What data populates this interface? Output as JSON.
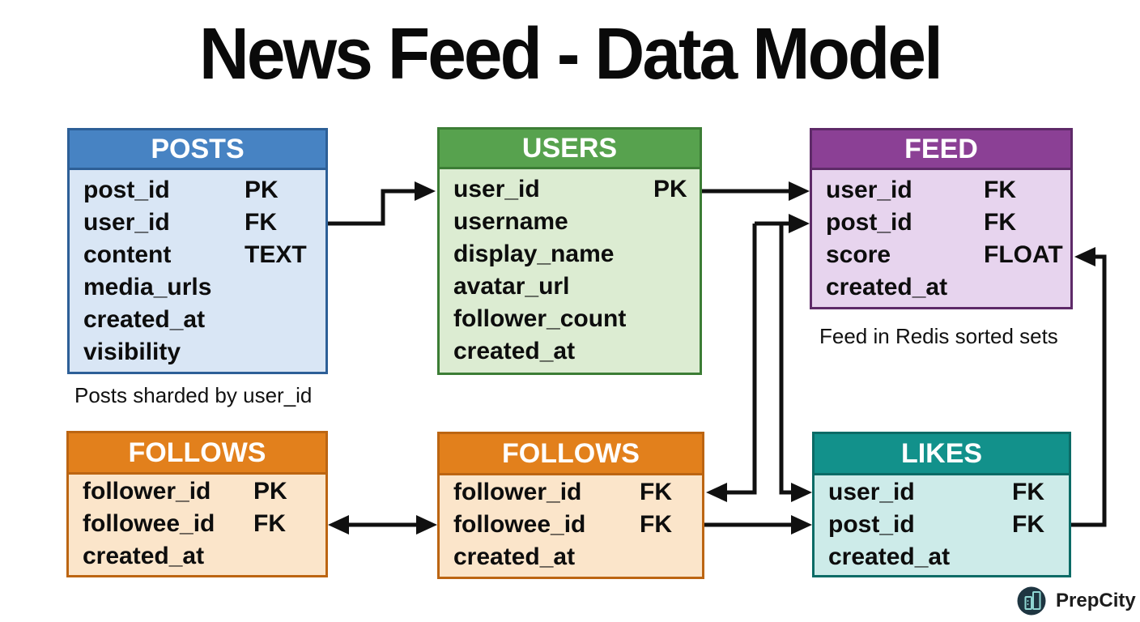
{
  "title": "News Feed - Data Model",
  "tables": [
    {
      "name": "POSTS",
      "note": "Posts sharded by user_id",
      "colors": {
        "header": "#4783c3",
        "body": "#d9e6f5",
        "border": "#2d5f97"
      },
      "columns": [
        {
          "name": "post_id",
          "type": "PK"
        },
        {
          "name": "user_id",
          "type": "FK"
        },
        {
          "name": "content",
          "type": "TEXT"
        },
        {
          "name": "media_urls",
          "type": ""
        },
        {
          "name": "created_at",
          "type": ""
        },
        {
          "name": "visibility",
          "type": ""
        }
      ]
    },
    {
      "name": "USERS",
      "note": "",
      "colors": {
        "header": "#57a24e",
        "body": "#dcecd2",
        "border": "#3c7d35"
      },
      "columns": [
        {
          "name": "user_id",
          "type": "PK"
        },
        {
          "name": "username",
          "type": ""
        },
        {
          "name": "display_name",
          "type": ""
        },
        {
          "name": "avatar_url",
          "type": ""
        },
        {
          "name": "follower_count",
          "type": ""
        },
        {
          "name": "created_at",
          "type": ""
        }
      ]
    },
    {
      "name": "FEED",
      "note": "Feed in Redis sorted sets",
      "colors": {
        "header": "#8b4095",
        "body": "#e7d4ee",
        "border": "#5e2a68"
      },
      "columns": [
        {
          "name": "user_id",
          "type": "FK"
        },
        {
          "name": "post_id",
          "type": "FK"
        },
        {
          "name": "score",
          "type": "FLOAT"
        },
        {
          "name": "created_at",
          "type": ""
        }
      ]
    },
    {
      "name": "FOLLOWS",
      "note": "",
      "colors": {
        "header": "#e2801c",
        "body": "#fbe5ca",
        "border": "#bc6512"
      },
      "columns": [
        {
          "name": "follower_id",
          "type": "PK"
        },
        {
          "name": "followee_id",
          "type": "FK"
        },
        {
          "name": "created_at",
          "type": ""
        }
      ]
    },
    {
      "name": "FOLLOWS",
      "note": "",
      "colors": {
        "header": "#e2801c",
        "body": "#fbe5ca",
        "border": "#bc6512"
      },
      "columns": [
        {
          "name": "follower_id",
          "type": "FK"
        },
        {
          "name": "followee_id",
          "type": "FK"
        },
        {
          "name": "created_at",
          "type": ""
        }
      ]
    },
    {
      "name": "LIKES",
      "note": "",
      "colors": {
        "header": "#12918b",
        "body": "#cdebe9",
        "border": "#0b6b66"
      },
      "columns": [
        {
          "name": "user_id",
          "type": "FK"
        },
        {
          "name": "post_id",
          "type": "FK"
        },
        {
          "name": "created_at",
          "type": ""
        }
      ]
    }
  ],
  "arrow_color": "#101010",
  "branding": {
    "name": "PrepCity"
  }
}
